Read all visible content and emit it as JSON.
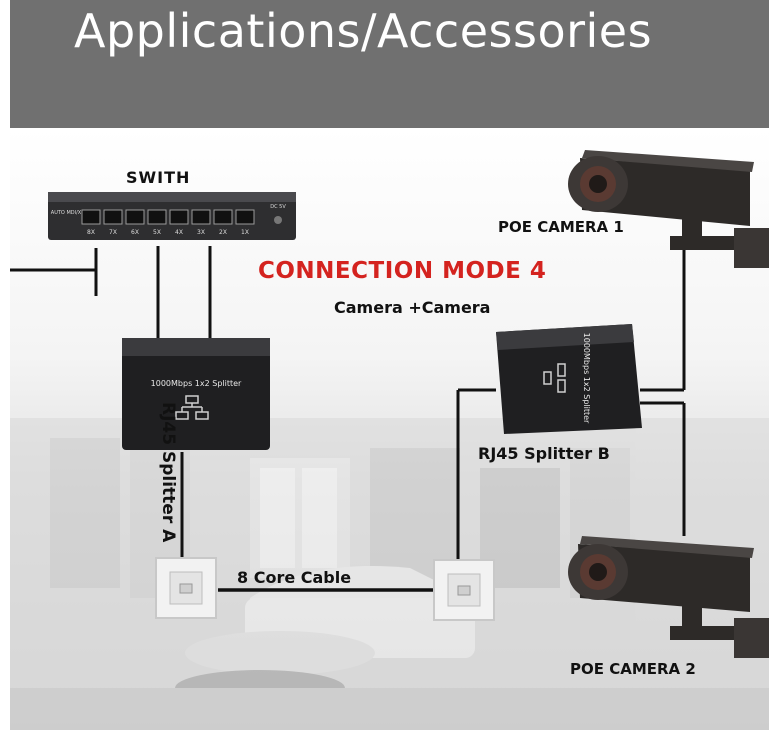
{
  "header": {
    "title": "Applications/Accessories",
    "background": "#707070"
  },
  "diagram": {
    "title": "CONNECTION MODE 4",
    "title_color": "#d4231f",
    "subtitle": "Camera +Camera",
    "switch": {
      "label": "SWITH",
      "port_labels": [
        "8X",
        "7X",
        "6X",
        "5X",
        "4X",
        "3X",
        "2X",
        "1X"
      ],
      "badge_left": "AUTO MDI/X",
      "dc_label": "DC 5V"
    },
    "splitter_a": {
      "label": "RJ45 Splitter A",
      "device_text": "1000Mbps 1x2 Splitter"
    },
    "splitter_b": {
      "label": "RJ45 Splitter B",
      "device_text": "1000Mbps 1x2 Splitter"
    },
    "cable_label": "8 Core Cable",
    "camera_1_label": "POE CAMERA 1",
    "camera_2_label": "POE CAMERA 2"
  },
  "icons": [
    "network-switch-icon",
    "splitter-icon",
    "wall-socket-icon",
    "security-camera-icon"
  ]
}
